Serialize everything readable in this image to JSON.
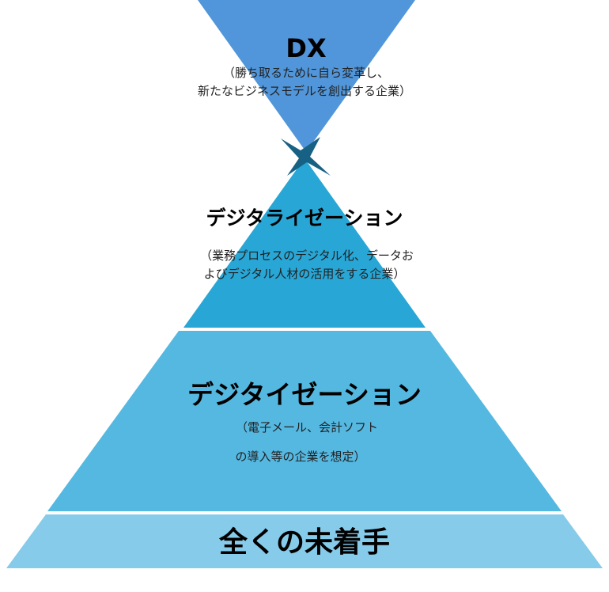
{
  "colors": {
    "dx": "#5196da",
    "star": "#176184",
    "digitalization": "#28a6d6",
    "digitization": "#55b8e1",
    "none": "#86cbea"
  },
  "dx": {
    "title": "DX",
    "desc_line1": "（勝ち取るために自ら変革し、",
    "desc_line2": "新たなビジネスモデルを創出する企業）"
  },
  "digitalization": {
    "title": "デジタライゼーション",
    "desc_line1": "（業務プロセスのデジタル化、データお",
    "desc_line2": "よびデジタル人材の活用をする企業）"
  },
  "digitization": {
    "title": "デジタイゼーション",
    "desc_line1": "（電子メール、会計ソフト",
    "desc_line2": "の導入等の企業を想定）"
  },
  "none": {
    "title": "全くの未着手"
  }
}
